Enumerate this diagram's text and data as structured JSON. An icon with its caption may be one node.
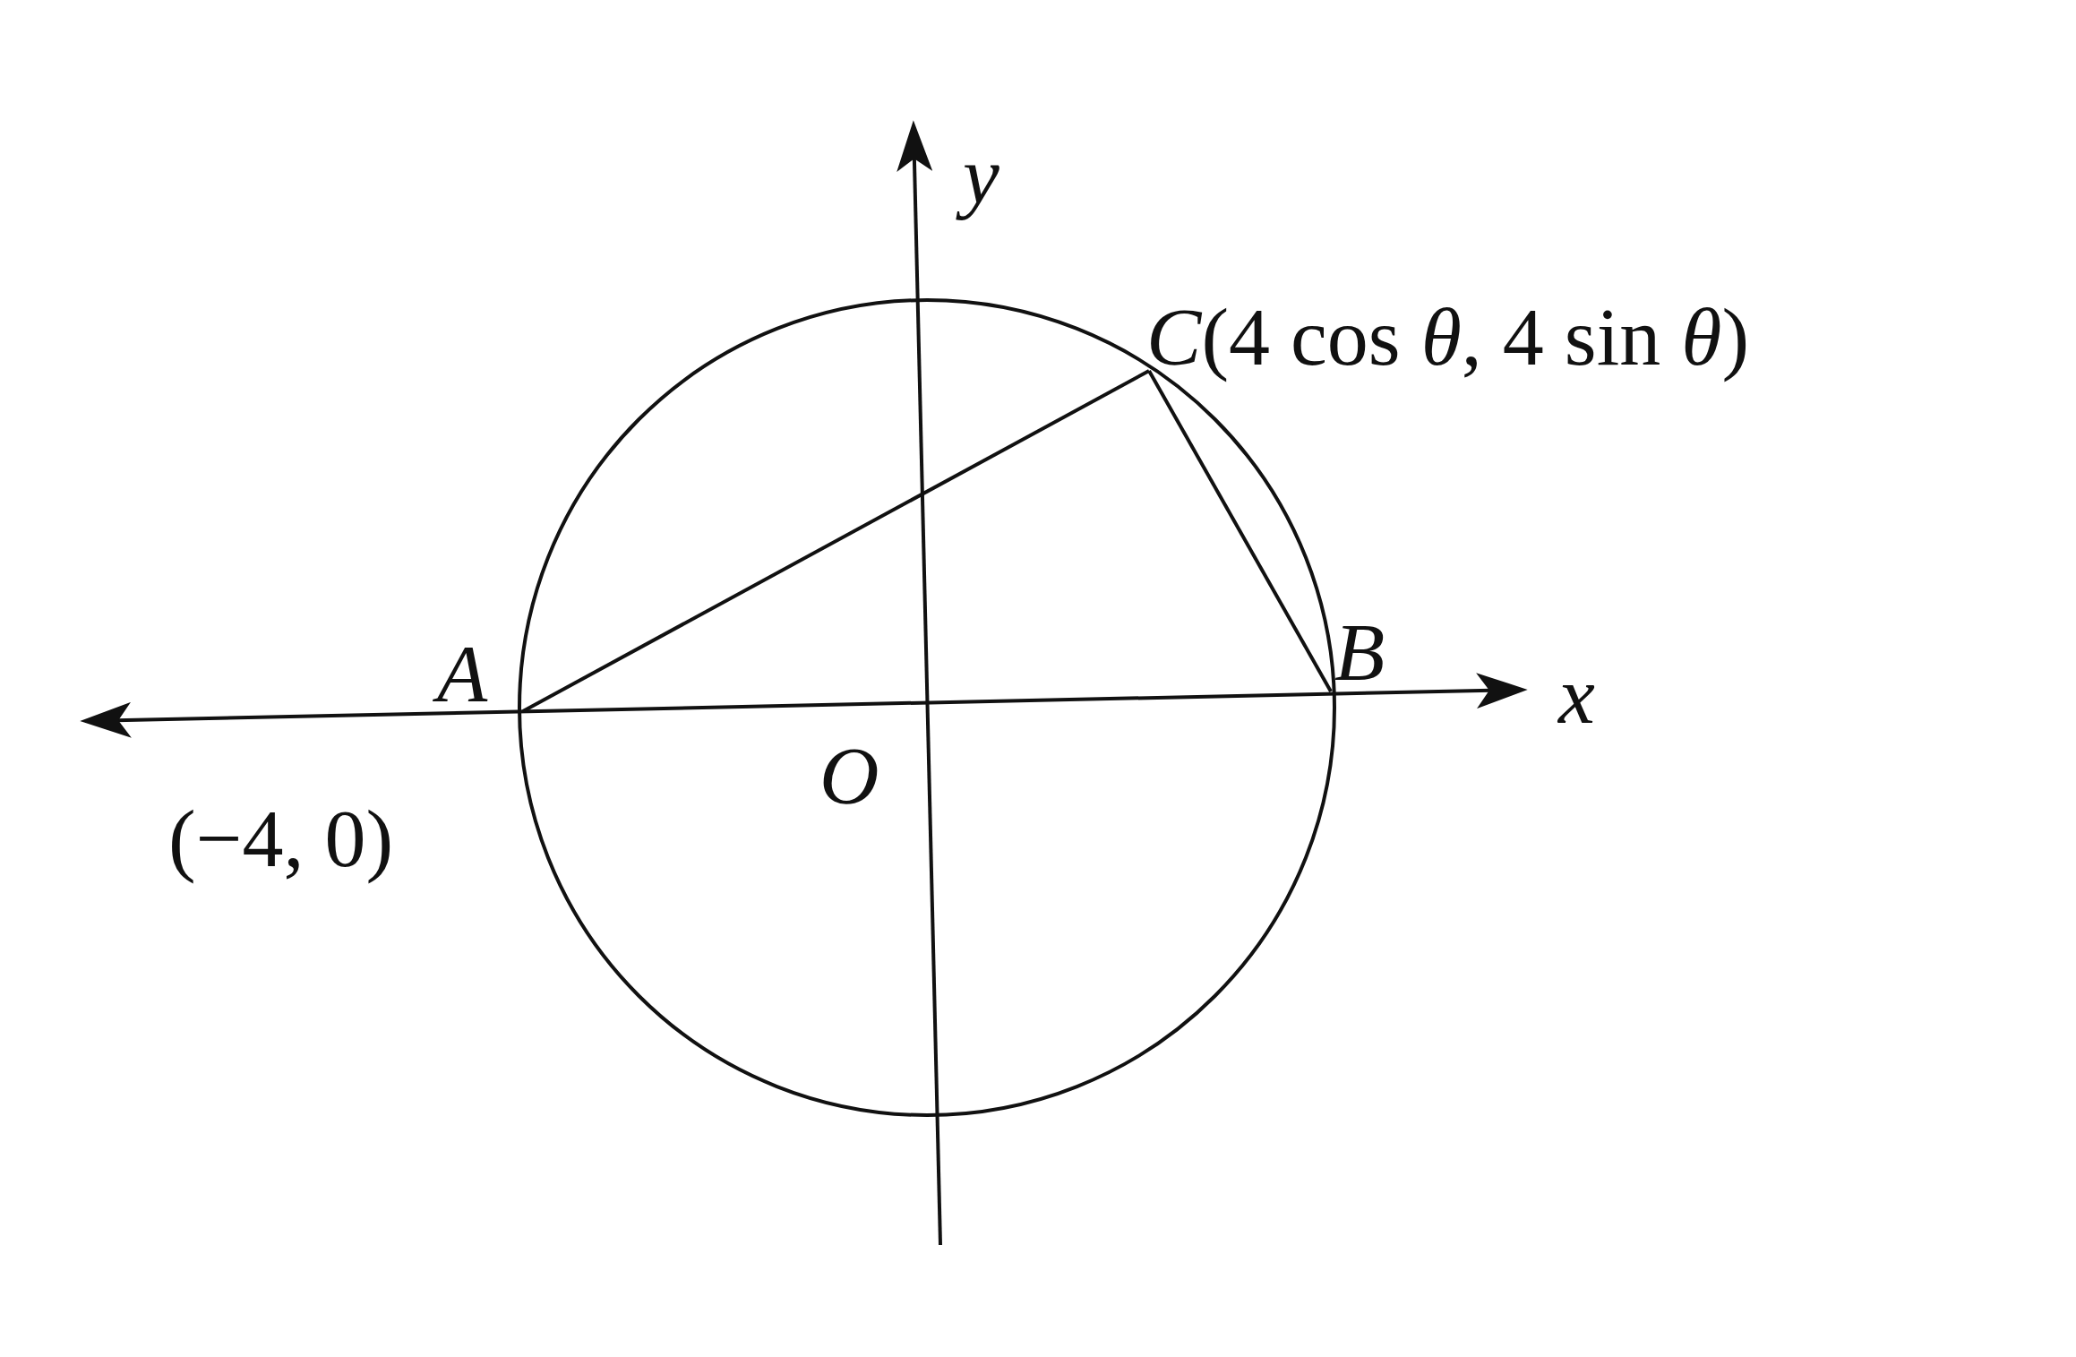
{
  "diagram": {
    "nodes": [
      {
        "text": [
          "*C*(4 cos *θ*, 4 sin *θ*)"
        ]
      },
      {
        "text": [
          "A"
        ],
        "beside": [
          "(−4, 0)"
        ]
      },
      {
        "text": [
          "B"
        ]
      }
    ],
    "edges": [
      {
        "from": 1,
        "to": 0,
        "arrow": "none"
      },
      {
        "from": 0,
        "to": 2,
        "arrow": "none"
      }
    ],
    "labels": [
      "y",
      "x",
      "O"
    ]
  }
}
